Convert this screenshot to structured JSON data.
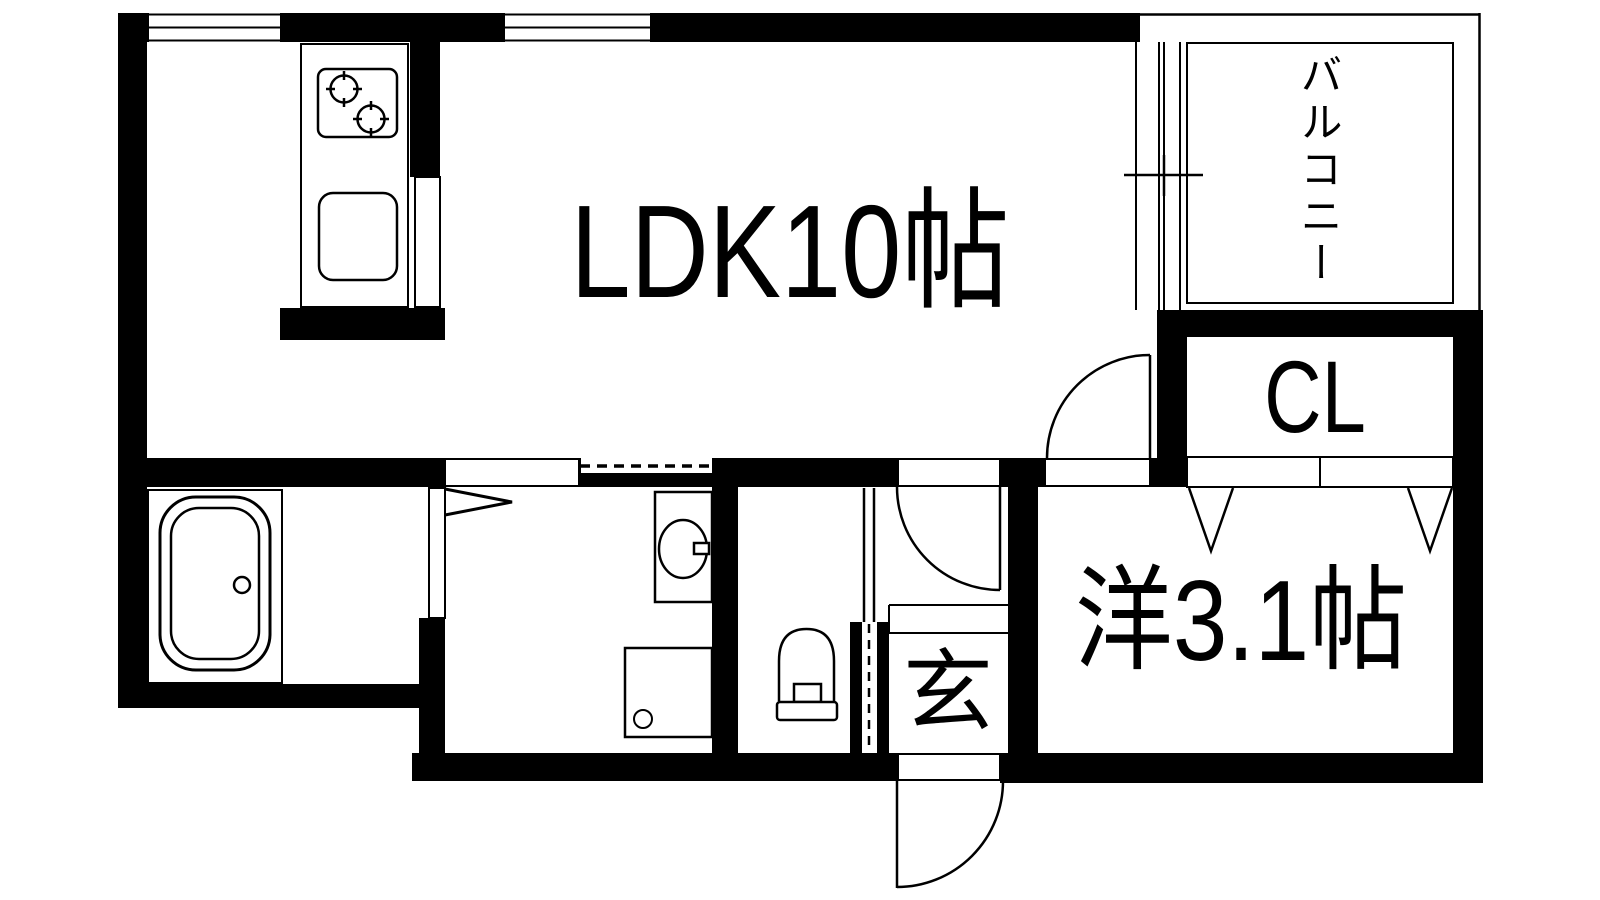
{
  "rooms": {
    "ldk": {
      "label": "LDK10帖"
    },
    "balcony": {
      "label": "バルコニー"
    },
    "closet": {
      "label": "CL"
    },
    "western_room": {
      "label": "洋3.1帖"
    },
    "entrance": {
      "label": "玄"
    }
  },
  "colors": {
    "line": "#000000",
    "background": "#ffffff"
  },
  "fixtures": {
    "kitchen": [
      "two-burner-stove",
      "kitchen-sink",
      "counter"
    ],
    "bathroom": [
      "bathtub",
      "folding-door-arrow"
    ],
    "washroom": [
      "vanity-sink",
      "washing-machine-pan"
    ],
    "toilet_room": [
      "toilet"
    ],
    "openings": [
      "top-window-left",
      "top-window-right",
      "balcony-sliding-window",
      "hall-swing-door",
      "western-room-swing-door",
      "entrance-swing-door",
      "toilet-sliding-door",
      "bathroom-folding-door",
      "closet-double-doors"
    ]
  }
}
